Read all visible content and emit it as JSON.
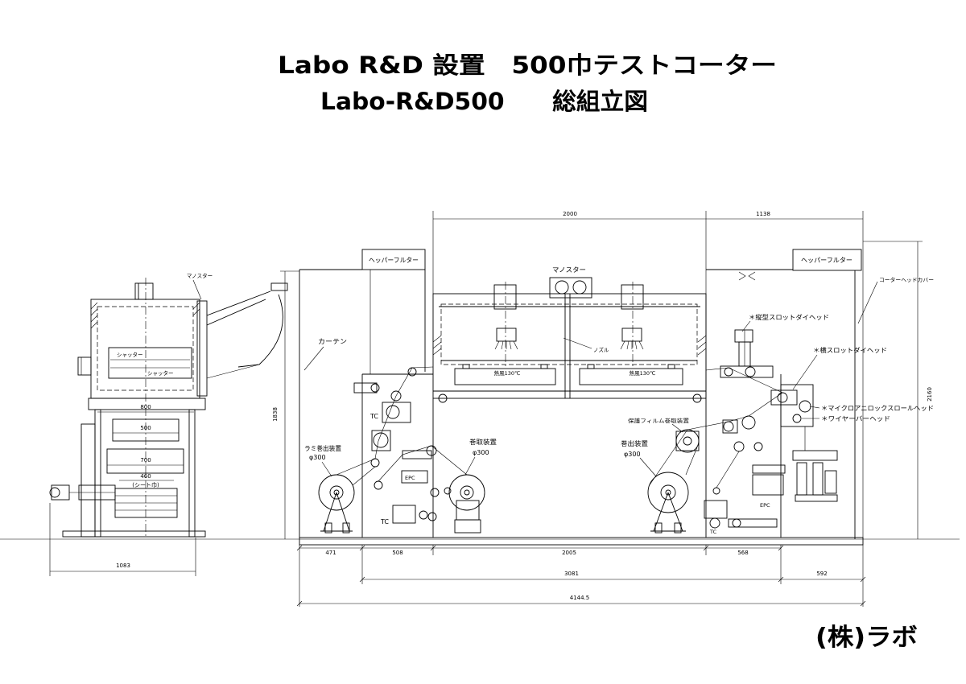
{
  "title": {
    "line1": "Labo R&D 設置　500巾テストコーター",
    "line2": "Labo-R&D500　　総組立図"
  },
  "company": "(株)ラボ",
  "labels": {
    "left_manostar": "マノスター",
    "shutter_1": "シャッター",
    "shutter_2": "シャッター",
    "sheet_width": "(シート巾)",
    "curtain": "カーテン",
    "hepper_filter_left": "ヘッパーフルター",
    "hepper_filter_right": "ヘッパーフルター",
    "manostar": "マノスター",
    "nozzle": "ノズル",
    "hot_air_left": "熱風130℃",
    "hot_air_right": "熱風130℃",
    "vertical_slot_die": "＊縦型スロットダイヘッド",
    "horizontal_slot_die": "＊横スロットダイヘッド",
    "coater_head_cover": "コーターヘッドカバー",
    "micro_anilox": "＊マイクロアニロックスロールヘッド",
    "wire_bar": "＊ワイヤーバーヘッド",
    "protective_film_winder": "保護フィルム巻取装置",
    "lami_unwinder": "ラミ巻出装置",
    "lami_unwinder_dia": "φ300",
    "winder": "巻取装置",
    "winder_dia": "φ300",
    "unwinder": "巻出装置",
    "unwinder_dia": "φ300",
    "tc_1": "TC",
    "tc_2": "TC",
    "tc_3": "TC",
    "epc_left": "EPC",
    "epc_right": "EPC"
  },
  "dimensions": {
    "d800": "800",
    "d500": "500",
    "d700": "700",
    "d460": "460",
    "d1083": "1083",
    "d1838": "1838",
    "d2000": "2000",
    "d1138": "1138",
    "d2160": "2160",
    "d471": "471",
    "d508": "508",
    "d2005": "2005",
    "d568": "568",
    "d3081": "3081",
    "d592": "592",
    "d4144_5": "4144.5"
  }
}
